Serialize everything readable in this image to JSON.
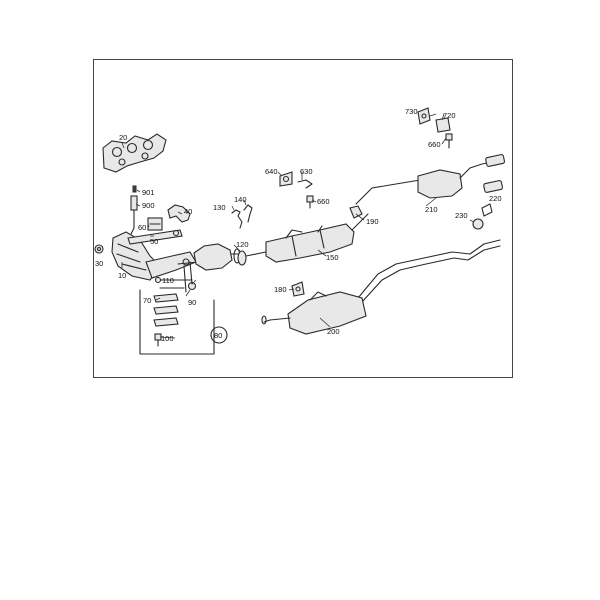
{
  "diagram": {
    "callouts": {
      "c10": "10",
      "c20": "20",
      "c30": "30",
      "c40": "40",
      "c50": "50",
      "c60": "60",
      "c70": "70",
      "c80": "80",
      "c90": "90",
      "c100": "100",
      "c110": "110",
      "c120": "120",
      "c130": "130",
      "c140": "140",
      "c150": "150",
      "c180": "180",
      "c190": "190",
      "c200": "200",
      "c210": "210",
      "c220": "220",
      "c230": "230",
      "c630": "630",
      "c640": "640",
      "c660a": "660",
      "c660b": "660",
      "c720": "720",
      "c730": "730",
      "c900": "900",
      "c901": "901"
    }
  }
}
